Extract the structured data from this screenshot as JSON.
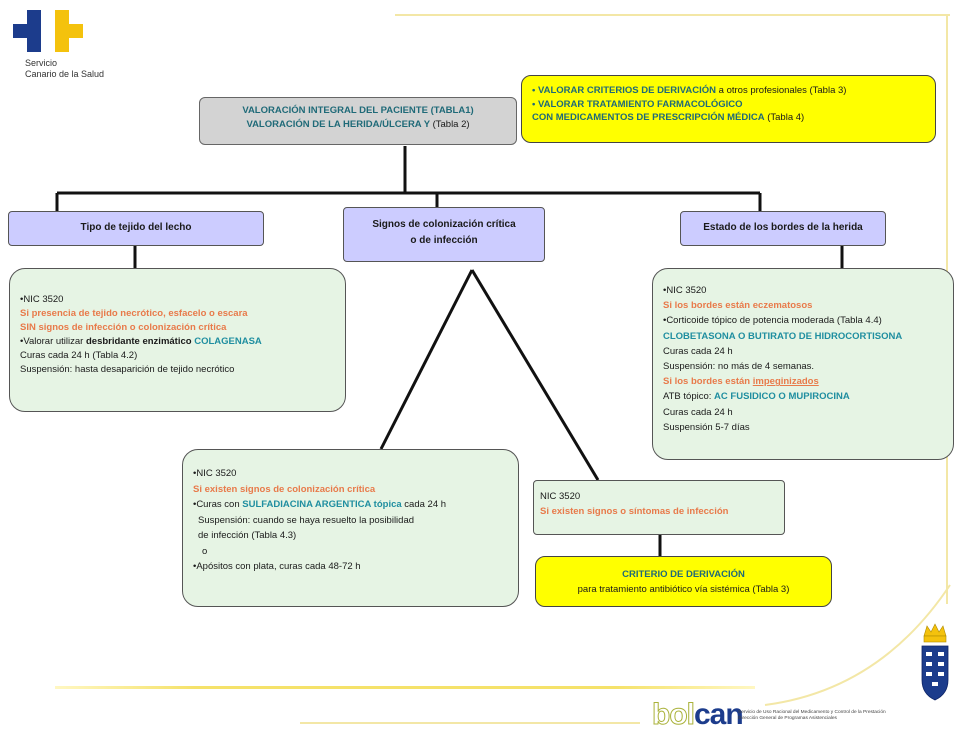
{
  "logo": {
    "line1": "Servicio",
    "line2": "Canario de la Salud"
  },
  "top_box": {
    "line1": "VALORACIÓN INTEGRAL DEL PACIENTE (TABLA1)",
    "line2_a": "VALORACIÓN DE LA HERIDA/ÚLCERA Y",
    "line2_b": "(Tabla 2)"
  },
  "yellow_top": {
    "l1_a": "• VALORAR CRITERIOS DE DERIVACIÓN",
    "l1_b": "a otros profesionales  (Tabla 3)",
    "l2": "• VALORAR TRATAMIENTO FARMACOLÓGICO",
    "l3_a": "CON MEDICAMENTOS DE PRESCRIPCIÓN MÉDICA",
    "l3_b": "(Tabla 4)"
  },
  "categories": {
    "tissue": "Tipo de tejido  del lecho",
    "signs_1": "Signos de colonización crítica",
    "signs_2": "o de infección",
    "edges": "Estado de los bordes de la herida"
  },
  "left_box": {
    "nic": "•NIC 3520",
    "l2": "Si presencia de tejido necrótico, esfacelo o escara",
    "l3": "SIN signos de infección o colonización crítica",
    "l4_a": "•Valorar utilizar",
    "l4_b": "desbridante enzimático",
    "l4_c": "COLAGENASA",
    "l5": "Curas cada 24 h (Tabla 4.2)",
    "l6": "Suspensión: hasta desaparición de tejido necrótico"
  },
  "right_box": {
    "nic": "•NIC 3520",
    "l2": "Si los bordes están eczematosos",
    "l3": "•Corticoide tópico de potencia moderada (Tabla 4.4)",
    "l4": "CLOBETASONA O BUTIRATO DE HIDROCORTISONA",
    "l5": "Curas cada 24 h",
    "l6": "Suspensión: no más de 4 semanas.",
    "l7_a": "Si los bordes están",
    "l7_b": "impeginizados",
    "l8_a": "ATB tópico:",
    "l8_b": "AC FUSIDICO O MUPIROCINA",
    "l9": "Curas cada 24 h",
    "l10": "Suspensión 5-7 días"
  },
  "middle_box": {
    "nic": "•NIC 3520",
    "l2": "Si existen signos de colonización crítica",
    "l3_a": "•Curas con",
    "l3_b": "SULFADIACINA ARGENTICA tópica",
    "l3_c": "cada 24 h",
    "l4": "Suspensión: cuando se haya resuelto la posibilidad",
    "l5": "de infección (Tabla 4.3)",
    "l6": "o",
    "l7": "•Apósitos con plata, curas cada 48-72 h"
  },
  "infection_box": {
    "nic": "NIC 3520",
    "l2": "Si existen signos o síntomas de infección"
  },
  "derivation_box": {
    "l1": "CRITERIO DE DERIVACIÓN",
    "l2": "para tratamiento antibiótico vía sistémica (Tabla 3)"
  },
  "footer": {
    "bolcan_a": "bol",
    "bolcan_b": "can",
    "caption1": "Servicio de Uso Racional del Medicamento y Control de la Prestación",
    "caption2": "Dirección General de Programas Asistenciales"
  },
  "colors": {
    "gray_box": "#d3d3d3",
    "yellow_box": "#ffff00",
    "lavender_box": "#ccccff",
    "green_box": "#e6f4e4",
    "orange_text": "#e87a4a",
    "teal_text": "#1f8ea0"
  }
}
